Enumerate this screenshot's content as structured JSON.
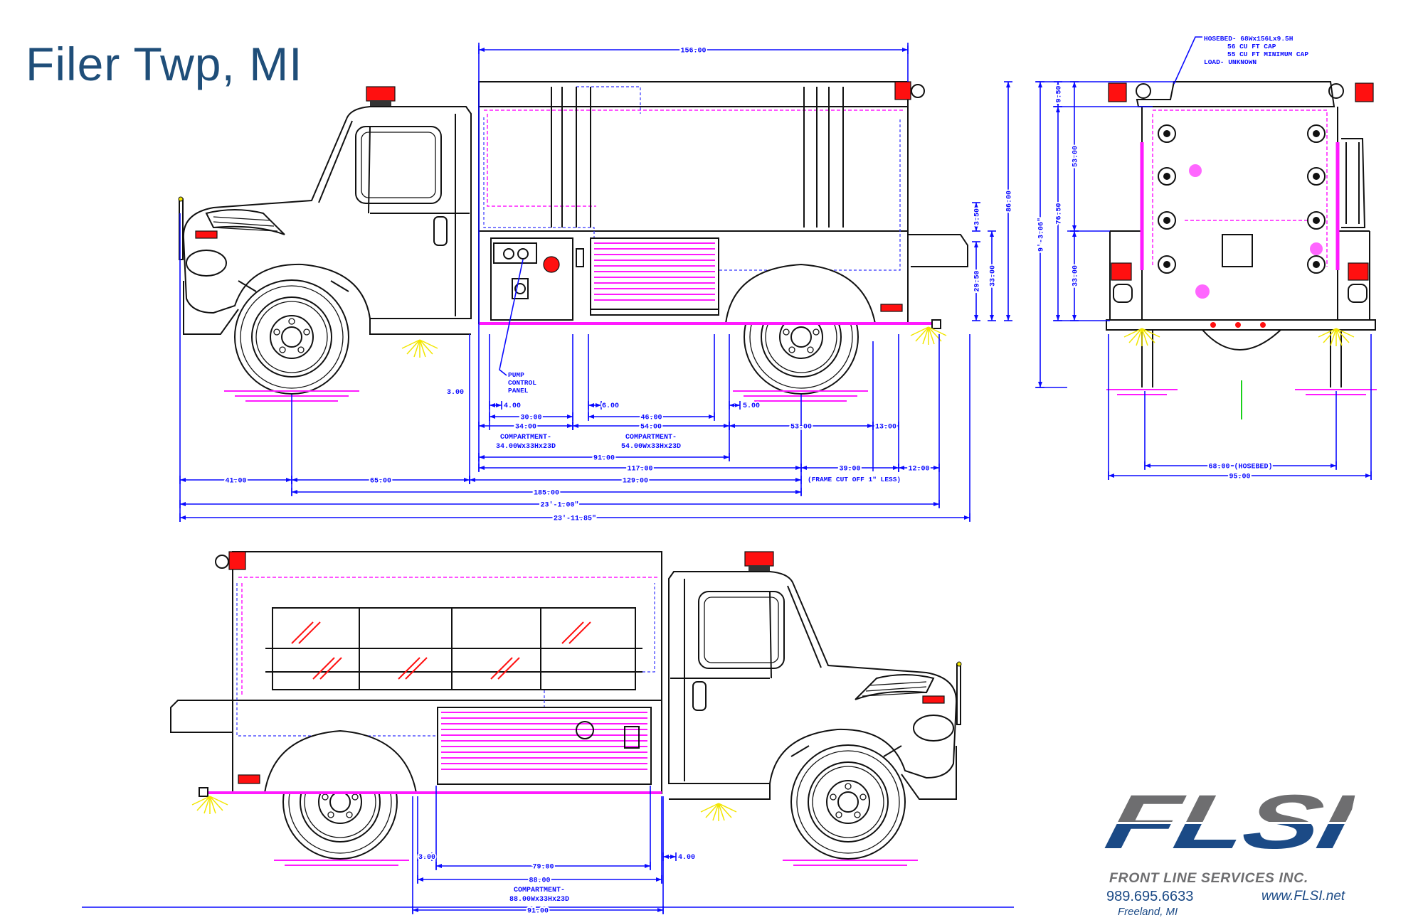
{
  "title": "Filer Twp, MI",
  "side_view": {
    "body_length": "156.00",
    "pump_panel_label": [
      "PUMP",
      "CONTROL",
      "PANEL"
    ],
    "dims": {
      "d3_00": "3.00",
      "d4_00": "4.00",
      "d6_00": "6.00",
      "d5_00": "5.00",
      "d30_00": "30.00",
      "d46_00": "46.00",
      "d34_00": "34.00",
      "comp1": [
        "COMPARTMENT-",
        "34.00Wx33Hx23D"
      ],
      "d54_00": "54.00",
      "comp2": [
        "COMPARTMENT-",
        "54.00Wx33Hx23D"
      ],
      "d53_00": "53.00",
      "d13_00": "13.00",
      "d91_00": "91.00",
      "d117_00": "117.00",
      "d39_00": "39.00",
      "d12_00": "12.00",
      "frame_note": "(FRAME CUT OFF 1\" LESS)",
      "d41_00": "41.00",
      "d65_00": "65.00",
      "d129_00": "129.00",
      "d185_00": "185.00",
      "overall_1": "23'-1.00\"",
      "overall_2": "23'-11.85\"",
      "d3_50": "3.50",
      "d29_50": "29.50",
      "d33_00": "33.00",
      "d86_00": "86.00"
    }
  },
  "rear_view": {
    "hosebed_note": [
      "HOSEBED- 68Wx156Lx9.5H",
      "56 CU FT CAP",
      "55 CU FT MINIMUM CAP",
      "LOAD- UNKNOWN"
    ],
    "dims": {
      "overall_height": "9'-3.06\"",
      "d9_50": "9.50",
      "d76_50": "76.50",
      "d53_00": "53.00",
      "d33_00": "33.00",
      "hosebed_width": "68.00 (HOSEBED)",
      "overall_width": "95.00"
    }
  },
  "officer_side_view": {
    "dims": {
      "d3_00": "3.00",
      "d79_00": "79.00",
      "d88_00": "88.00",
      "comp": [
        "COMPARTMENT-",
        "88.00Wx33Hx23D"
      ],
      "d91_00": "91.00",
      "d4_00": "4.00"
    }
  },
  "logo": {
    "mark": "FLSI",
    "company": "FRONT LINE SERVICES INC.",
    "phone": "989.695.6633",
    "website": "www.FLSI.net",
    "location": "Freeland, MI"
  },
  "colors": {
    "dimension": "#0a0aff",
    "title": "#1f4e79",
    "logo_blue": "#1b4a86",
    "logo_gray": "#6e6e70",
    "warning_light": "#ff1010",
    "hidden_line": "#ff1aff"
  }
}
